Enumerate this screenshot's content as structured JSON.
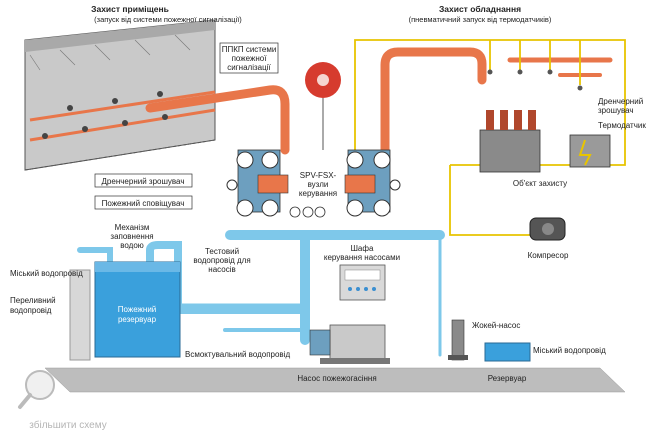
{
  "room_protection": {
    "title": "Захист приміщень",
    "subtitle": "(запуск від системи пожежної сигналізації)"
  },
  "equipment_protection": {
    "title": "Захист обладнання",
    "subtitle": "(пневматичний запуск від термодатчиків)"
  },
  "labels": {
    "ppkp": [
      "ППКП системи",
      "пожежної",
      "сигналізації"
    ],
    "drencher_sprinkler": "Дренчерний зрошувач",
    "fire_sprinkler": "Пожежний сповіщувач",
    "spv": [
      "SPV-FSX-",
      "вузли",
      "керування"
    ],
    "object": "Об'єкт захисту",
    "drencher_right": [
      "Дренчерний",
      "зрошувач"
    ],
    "thermo": "Термодатчик",
    "compressor": "Компресор",
    "fill_mechanism": [
      "Механізм",
      "заповнення",
      "водою"
    ],
    "city_water_left": "Міський водопровід",
    "overflow": [
      "Переливний",
      "водопровід"
    ],
    "tank": [
      "Пожежний",
      "резервуар"
    ],
    "test_pipe": [
      "Тестовий",
      "водопровід для",
      "насосів"
    ],
    "control_cabinet": [
      "Шафа",
      "керування насосами"
    ],
    "jockey": "Жокей-насос",
    "city_water_right": "Міський водопровід",
    "suction": "Всмоктувальний водопровід",
    "fire_pump": "Насос пожежогасіння",
    "reservoir": "Резервуар",
    "zoom": "збільшити схему"
  },
  "colors": {
    "pipe_orange": "#e8764a",
    "pipe_blue": "#7ec8ea",
    "pipe_yellow": "#e8c400",
    "tank_blue": "#3aa0dc",
    "ground": "#bdbdbd"
  }
}
